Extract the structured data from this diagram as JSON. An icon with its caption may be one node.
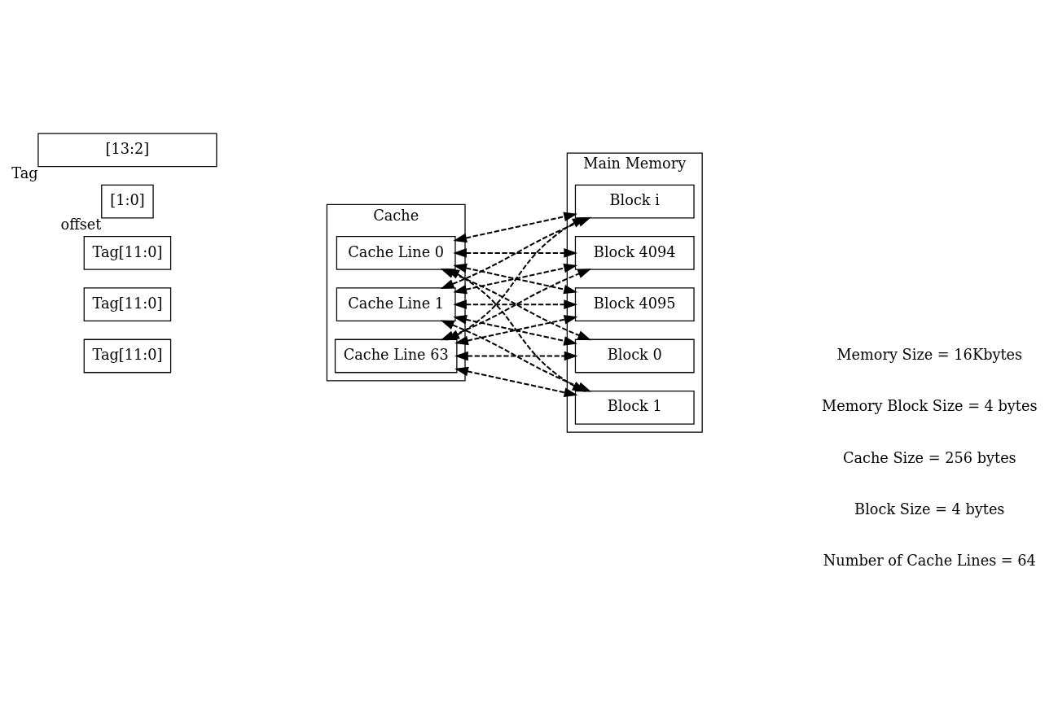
{
  "diagram": {
    "nodes": [
      {
        "text": [
          "Cache"
        ]
      },
      {
        "text": [
          "Tag[11:0]"
        ]
      },
      {
        "text": [
          "Cache Line 0"
        ],
        "in": 0
      },
      {
        "text": [
          "Tag[11:0]"
        ]
      },
      {
        "text": [
          "Cache Line 1"
        ],
        "in": 0
      },
      {
        "text": [
          "Tag[11:0]"
        ]
      },
      {
        "text": [
          "Cache Line 63"
        ],
        "in": 0
      },
      {
        "text": [
          "Main Memory"
        ]
      },
      {
        "text": [
          "Block 0"
        ],
        "in": 7
      },
      {
        "text": [
          "Block 1"
        ],
        "in": 7
      },
      {
        "text": [
          "Block i"
        ],
        "in": 7
      },
      {
        "text": [
          "Block 4094"
        ],
        "in": 7
      },
      {
        "text": [
          "Block 4095"
        ],
        "in": 7
      },
      {
        "text": [
          "[13:2]"
        ],
        "beside": [
          "Tag"
        ]
      },
      {
        "text": [
          "[1:0]"
        ],
        "beside": [
          "offset"
        ]
      }
    ],
    "edges": [
      {
        "from": 2,
        "to": 8,
        "arrow": "both",
        "style": "dashed"
      },
      {
        "from": 2,
        "to": 9,
        "arrow": "both",
        "style": "dashed"
      },
      {
        "from": 2,
        "to": 10,
        "arrow": "both",
        "style": "dashed"
      },
      {
        "from": 2,
        "to": 11,
        "arrow": "both",
        "style": "dashed"
      },
      {
        "from": 2,
        "to": 12,
        "arrow": "both",
        "style": "dashed"
      },
      {
        "from": 4,
        "to": 8,
        "arrow": "both",
        "style": "dashed"
      },
      {
        "from": 4,
        "to": 9,
        "arrow": "both",
        "style": "dashed"
      },
      {
        "from": 4,
        "to": 10,
        "arrow": "both",
        "style": "dashed"
      },
      {
        "from": 4,
        "to": 11,
        "arrow": "both",
        "style": "dashed"
      },
      {
        "from": 4,
        "to": 12,
        "arrow": "both",
        "style": "dashed"
      },
      {
        "from": 6,
        "to": 8,
        "arrow": "both",
        "style": "dashed"
      },
      {
        "from": 6,
        "to": 9,
        "arrow": "both",
        "style": "dashed"
      },
      {
        "from": 6,
        "to": 10,
        "arrow": "both",
        "style": "dashed"
      },
      {
        "from": 6,
        "to": 11,
        "arrow": "both",
        "style": "dashed"
      },
      {
        "from": 6,
        "to": 12,
        "arrow": "both",
        "style": "dashed"
      }
    ],
    "labels": [
      "Memory Size = 16Kbytes",
      "Memory Block Size = 4 bytes",
      "Cache Size = 256 bytes",
      "Block Size = 4 bytes",
      "Number of Cache Lines = 64"
    ]
  }
}
